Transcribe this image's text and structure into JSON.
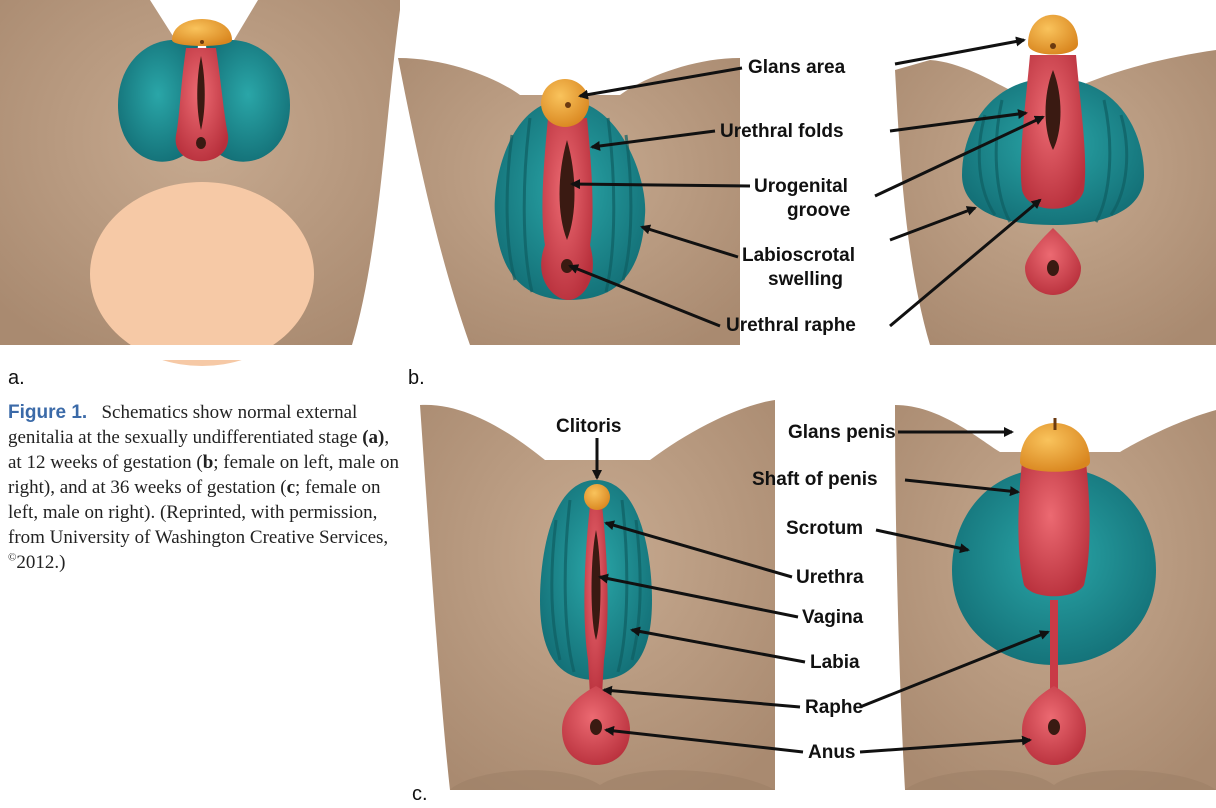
{
  "panels": {
    "a": "a.",
    "b": "b.",
    "c": "c."
  },
  "labels_b": {
    "glans_area": "Glans area",
    "urethral_folds": "Urethral folds",
    "urogenital_groove_1": "Urogenital",
    "urogenital_groove_2": "groove",
    "labioscrotal_1": "Labioscrotal",
    "labioscrotal_2": "swelling",
    "urethral_raphe": "Urethral raphe"
  },
  "labels_c": {
    "clitoris": "Clitoris",
    "glans_penis": "Glans penis",
    "shaft_of_penis": "Shaft of penis",
    "scrotum": "Scrotum",
    "urethra": "Urethra",
    "vagina": "Vagina",
    "labia": "Labia",
    "raphe": "Raphe",
    "anus": "Anus"
  },
  "caption": {
    "figure_label": "Figure 1.",
    "text_1": "Schematics show normal external genitalia at the sexually undifferentiated stage ",
    "a_ref": "(a)",
    "text_2": ", at 12 weeks of gestation (",
    "b_ref": "b",
    "text_3": "; female on left, male on right), and at 36 weeks of gestation (",
    "c_ref": "c",
    "text_4": "; female on left, male on right). (Reprinted, with permission, from University of Washington Creative Services, ",
    "copyright_symbol": "©",
    "text_5": "2012.)"
  },
  "colors": {
    "skin": "#b89a80",
    "teal": "#1f8f93",
    "red": "#d8414e",
    "gold": "#f2a531",
    "dark": "#3a1a12",
    "peach": "#f6c9a6"
  }
}
